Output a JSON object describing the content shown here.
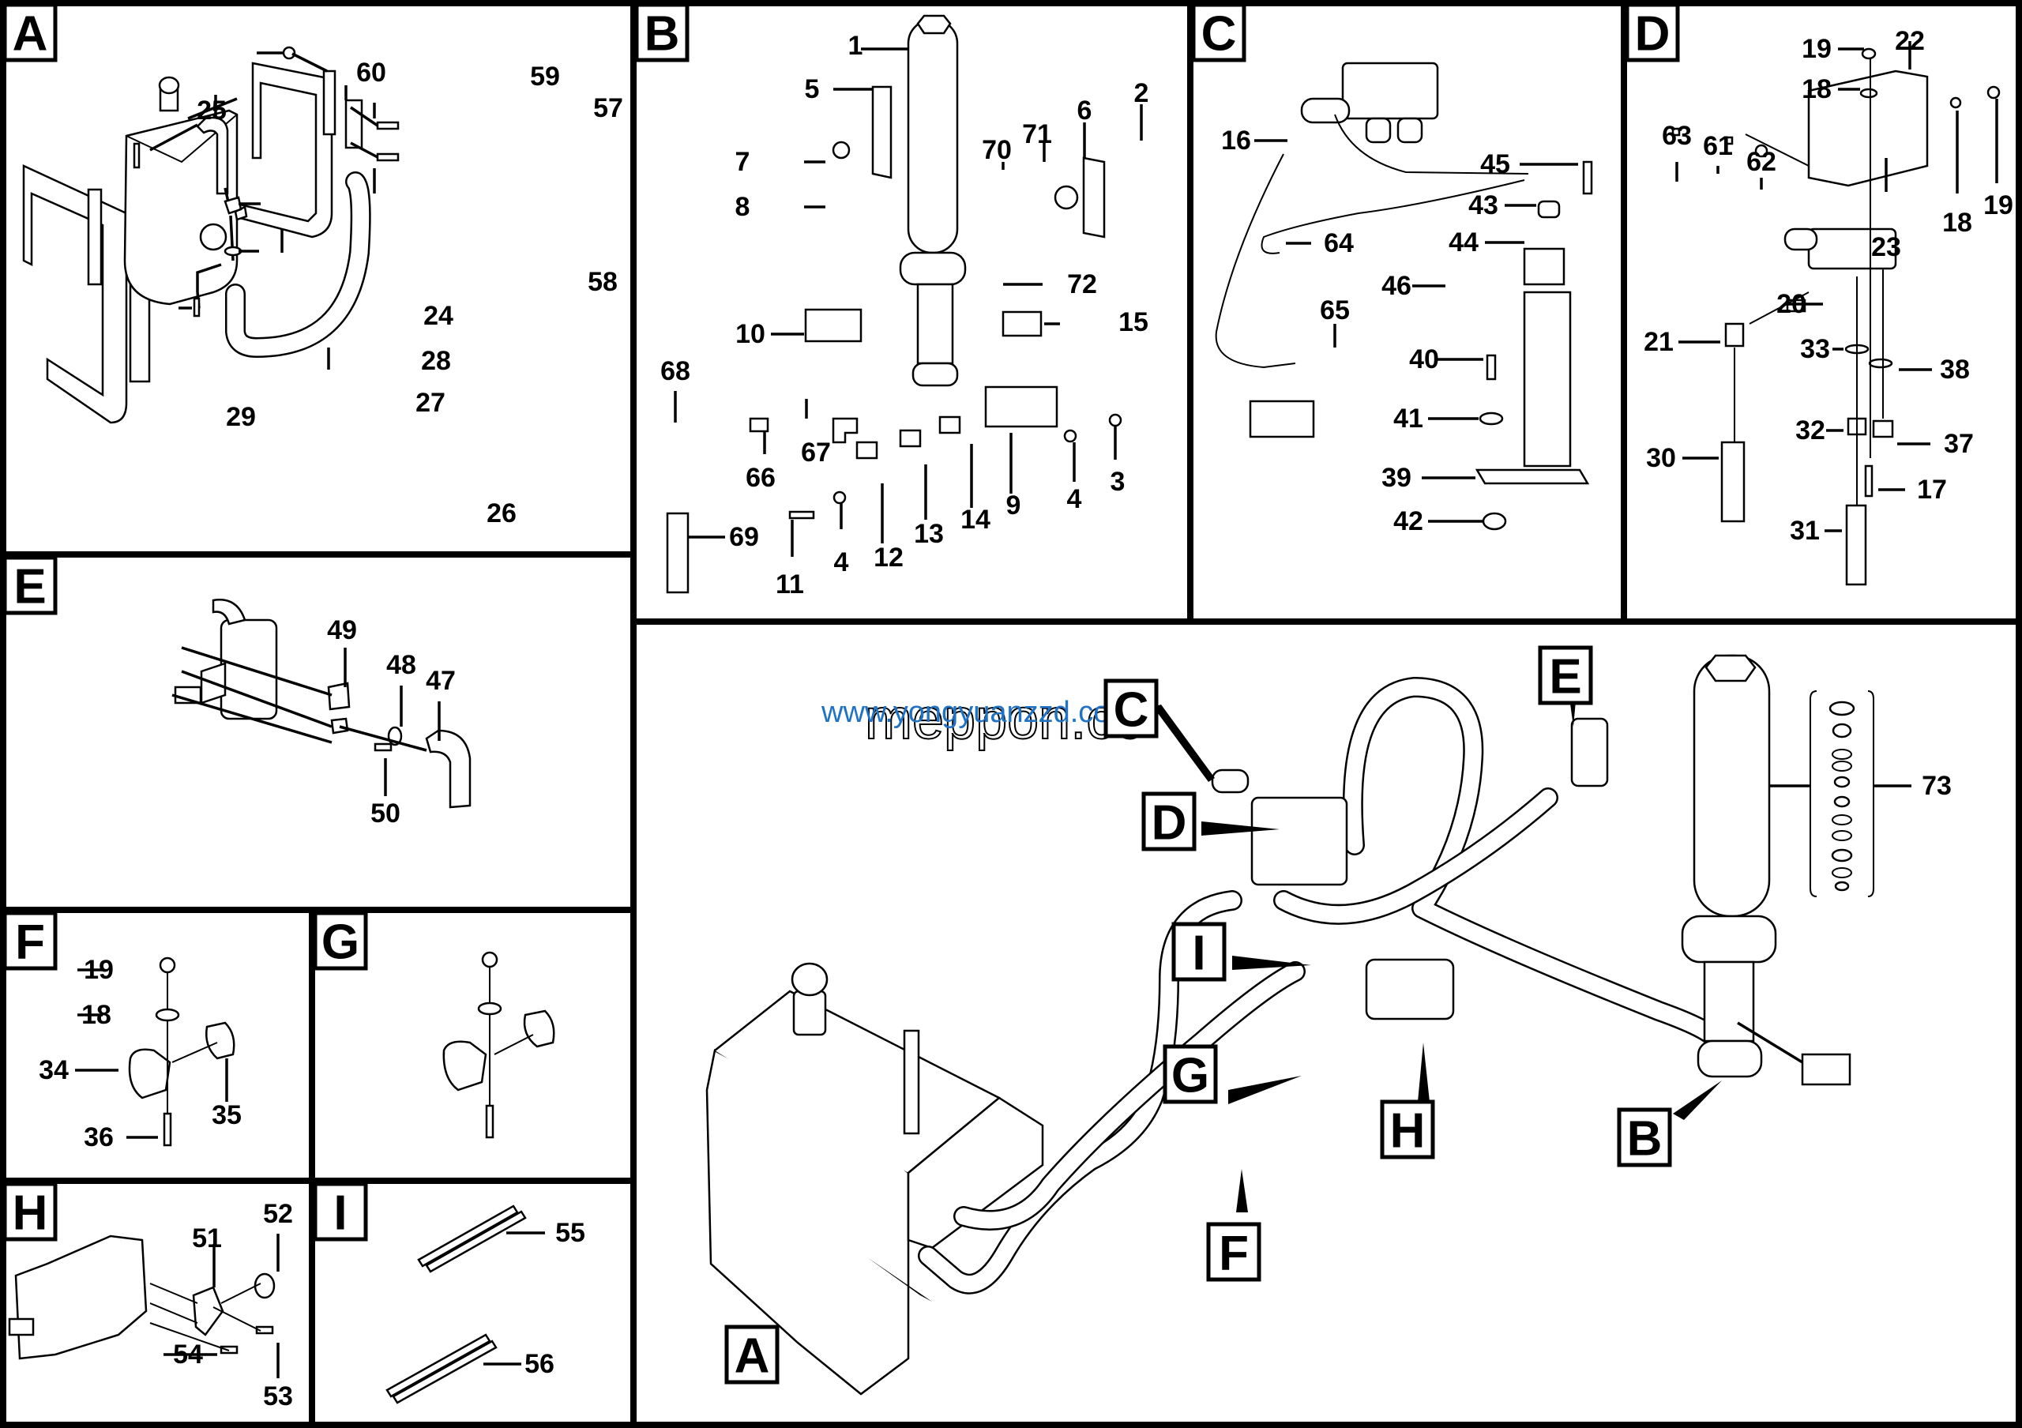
{
  "document": {
    "type": "exploded parts diagram",
    "subject": "hydraulic system assembly"
  },
  "panels": [
    {
      "id": "A",
      "label": "A",
      "callouts": [
        "60",
        "59",
        "57",
        "25",
        "24",
        "58",
        "28",
        "27",
        "29",
        "26"
      ]
    },
    {
      "id": "B",
      "label": "B",
      "callouts": [
        "1",
        "5",
        "2",
        "6",
        "7",
        "71",
        "70",
        "8",
        "72",
        "10",
        "15",
        "68",
        "67",
        "66",
        "12",
        "13",
        "14",
        "9",
        "4",
        "3",
        "69",
        "11",
        "4"
      ]
    },
    {
      "id": "C",
      "label": "C",
      "callouts": [
        "16",
        "45",
        "43",
        "44",
        "64",
        "46",
        "65",
        "40",
        "41",
        "39",
        "42"
      ]
    },
    {
      "id": "D",
      "label": "D",
      "callouts": [
        "19",
        "22",
        "18",
        "63",
        "61",
        "62",
        "19",
        "18",
        "23",
        "20",
        "21",
        "33",
        "38",
        "32",
        "37",
        "30",
        "17",
        "31"
      ]
    },
    {
      "id": "E",
      "label": "E",
      "callouts": [
        "49",
        "48",
        "47",
        "50"
      ]
    },
    {
      "id": "F",
      "label": "F",
      "callouts": [
        "19",
        "18",
        "34",
        "35",
        "36"
      ]
    },
    {
      "id": "G",
      "label": "G",
      "callouts": []
    },
    {
      "id": "H",
      "label": "H",
      "callouts": [
        "52",
        "51",
        "54",
        "53"
      ]
    },
    {
      "id": "I",
      "label": "I",
      "callouts": [
        "55",
        "56"
      ]
    }
  ],
  "main_assembly": {
    "pointers": [
      "A",
      "B",
      "C",
      "D",
      "E",
      "F",
      "G",
      "H",
      "I"
    ],
    "callouts": [
      "73"
    ]
  },
  "watermarks": {
    "url": "www.yongyuanzzd.com",
    "outline": "meppon.cc",
    "url_color": "#1f72c4"
  }
}
